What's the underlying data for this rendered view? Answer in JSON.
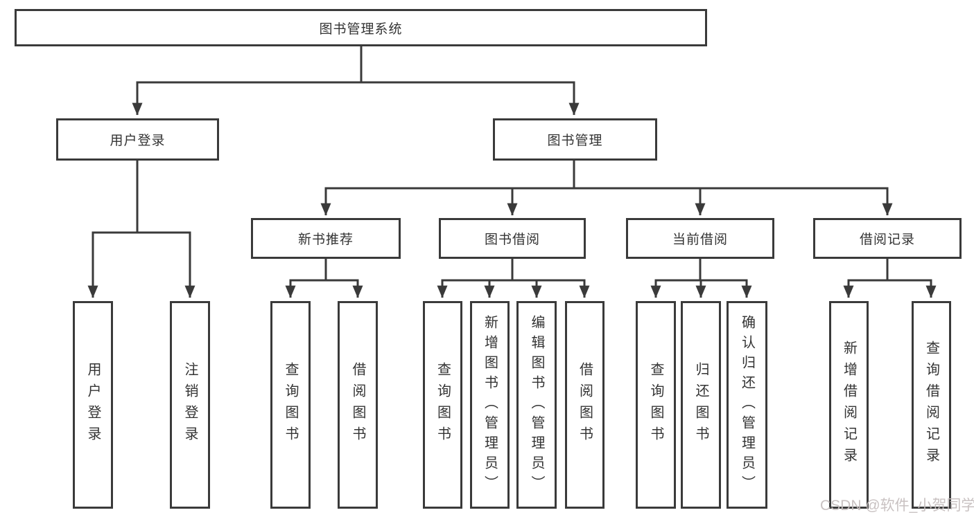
{
  "diagram": {
    "type": "hierarchy-tree",
    "orientation": "top-down",
    "colors": {
      "background": "#ffffff",
      "line": "#3a3a3a",
      "box_border": "#3a3a3a",
      "box_fill": "#ffffff",
      "text": "#333333",
      "watermark": "#c6bebe"
    }
  },
  "tree": {
    "label": "图书管理系统",
    "children": [
      {
        "label": "用户登录",
        "children": [
          {
            "label": "用户登录"
          },
          {
            "label": "注销登录"
          }
        ]
      },
      {
        "label": "图书管理",
        "children": [
          {
            "label": "新书推荐",
            "children": [
              {
                "label": "查询图书"
              },
              {
                "label": "借阅图书"
              }
            ]
          },
          {
            "label": "图书借阅",
            "children": [
              {
                "label": "查询图书"
              },
              {
                "label": "新增图书（管理员）"
              },
              {
                "label": "编辑图书（管理员）"
              },
              {
                "label": "借阅图书"
              }
            ]
          },
          {
            "label": "当前借阅",
            "children": [
              {
                "label": "查询图书"
              },
              {
                "label": "归还图书"
              },
              {
                "label": "确认归还（管理员）"
              }
            ]
          },
          {
            "label": "借阅记录",
            "children": [
              {
                "label": "新增借阅记录"
              },
              {
                "label": "查询借阅记录"
              }
            ]
          }
        ]
      }
    ]
  },
  "watermark": {
    "text": "CSDN @软件_小贺同学"
  }
}
